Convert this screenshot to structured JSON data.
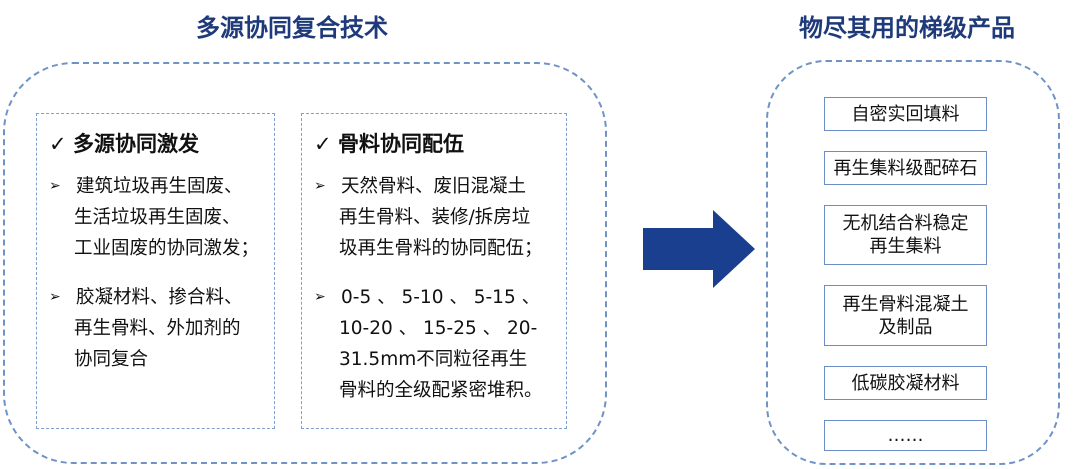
{
  "left_title": "多源协同复合技术",
  "right_title": "物尽其用的梯级产品",
  "cards": [
    {
      "check": "✓",
      "title": "多源协同激发",
      "bullets": [
        {
          "lines": [
            "建筑垃圾再生固废、",
            "生活垃圾再生固废、",
            "工业固废的协同激发；"
          ]
        },
        {
          "lines": [
            "胶凝材料、掺合料、",
            "再生骨料、外加剂的",
            "协同复合"
          ]
        }
      ]
    },
    {
      "check": "✓",
      "title": "骨料协同配伍",
      "bullets": [
        {
          "lines": [
            "天然骨料、废旧混凝土",
            "再生骨料、装修/拆房垃",
            "圾再生骨料的协同配伍；"
          ]
        },
        {
          "lines": [
            "0-5 、 5-10 、 5-15 、",
            "10-20 、 15-25 、 20-",
            "31.5mm不同粒径再生",
            "骨料的全级配紧密堆积。"
          ]
        }
      ]
    }
  ],
  "bullet_glyph": "➢",
  "products": [
    {
      "lines": [
        "自密实回填料"
      ]
    },
    {
      "lines": [
        "再生集料级配碎石"
      ]
    },
    {
      "lines": [
        "无机结合料稳定",
        "再生集料"
      ]
    },
    {
      "lines": [
        "再生骨料混凝土",
        "及制品"
      ]
    },
    {
      "lines": [
        "低碳胶凝材料"
      ]
    },
    {
      "lines": [
        "……"
      ]
    }
  ],
  "colors": {
    "title": "#1f3a7a",
    "arrow": "#1a3f8f",
    "dash": "#6f93c7"
  }
}
